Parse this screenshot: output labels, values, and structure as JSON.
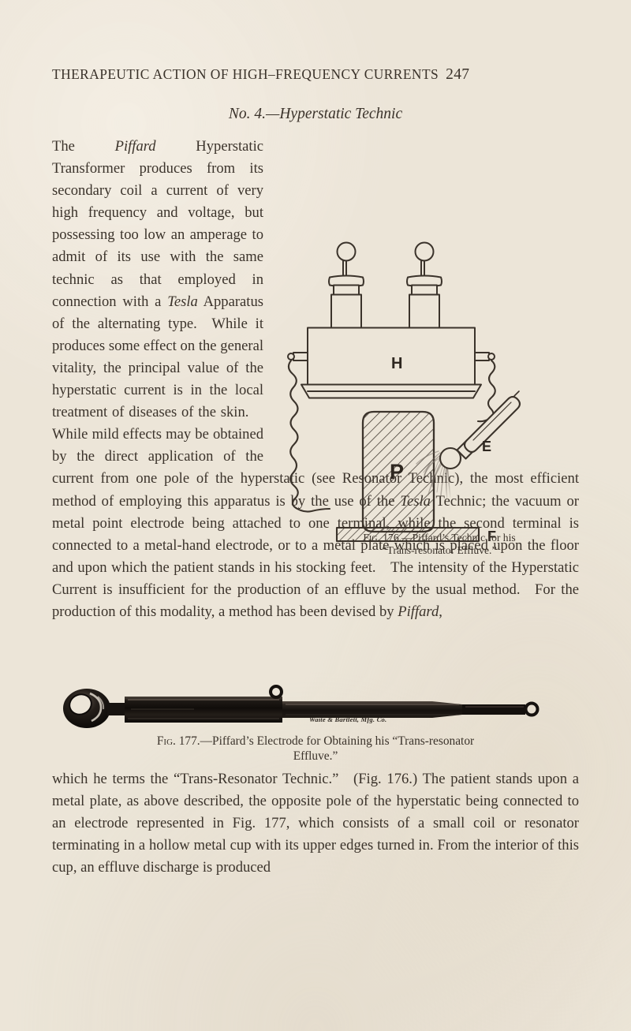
{
  "page": {
    "background_color": "#ece5d8",
    "ink_color": "#3b332b",
    "running_head": "THERAPEUTIC ACTION OF HIGH–FREQUENCY CURRENTS",
    "page_number": "247",
    "section_title": "No. 4.—Hyperstatic Technic"
  },
  "body": {
    "paragraph_1_parts": {
      "t1": "The ",
      "i1": "Piffard",
      "t2": " Hyperstatic Transformer produces from its secondary coil a current of very high frequency and voltage, but possessing too low an amperage to admit of its use with the same technic as that employed in connection with a ",
      "i2": "Tesla",
      "t3": " Apparatus of the alternating type. While it produces some effect on the general vitality, the principal value of the hyperstatic current is in the local treatment of diseases of the skin. While mild effects may be obtained by the direct application of the current from one pole of the hyperstatic (see Resonator Technic), the most efficient method of employing this apparatus is by the use of the ",
      "i3": "Tesla",
      "t4": " Technic; the vacuum or metal point electrode being attached to one terminal, while the second terminal is connected to a metal-hand electrode, or to a metal plate which is placed upon the floor and upon which the patient stands in his stocking feet. The intensity of the Hyperstatic Current is insufficient for the production of an effluve by the usual method. For the production of this modality, a method has been devised by ",
      "i4": "Piffard",
      "t5": ","
    },
    "paragraph_2": "which he terms the “Trans-Resonator Technic.” (Fig. 176.) The patient stands upon a metal plate, as above described, the opposite pole of the hyperstatic being connected to an electrode represented in Fig. 177, which consists of a small coil or resonator terminating in a hollow metal cup with its upper edges turned in. From the interior of this cup, an effluve discharge is produced"
  },
  "figure_176": {
    "caption_label": "Fig. 176.",
    "caption_line_1": "—Piffard’s  Technic  for  his",
    "caption_line_2": "“Trans-resonator Effluve.”",
    "labels": {
      "transformer": "H",
      "patient": "P",
      "electrode": "E",
      "floor_plate": "F"
    }
  },
  "figure_177": {
    "caption_label": "Fig. 177.",
    "caption_line_1": "—Piffard’s  Electrode  for  Obtaining  his  “Trans-resonator",
    "caption_line_2": "Effluve.”",
    "maker_mark": "Waite & Bartlett, Mfg. Co."
  }
}
